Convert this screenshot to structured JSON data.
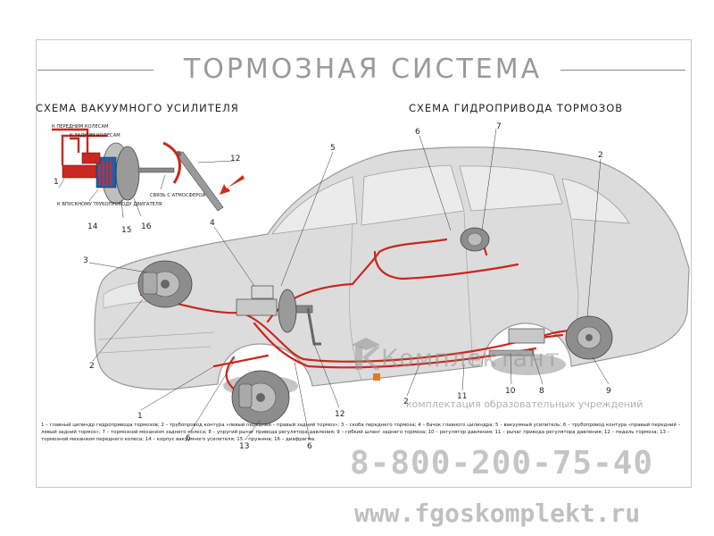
{
  "poster": {
    "title": "ТОРМОЗНАЯ СИСТЕМА",
    "subtitle_vacuum": "СХЕМА ВАКУУМНОГО УСИЛИТЕЛЯ",
    "subtitle_hydraulic": "СХЕМА ГИДРОПРИВОДА ТОРМОЗОВ"
  },
  "vacuum_labels": {
    "front_wheels": "К ПЕРЕДНИМ КОЛЕСАМ",
    "rear_wheels": "К ЗАДНИМ КОЛЕСАМ",
    "intake": "К ВПУСКНОМУ ТРУБОПРОВОДУ ДВИГАТЕЛЯ",
    "atmosphere": "СВЯЗЬ С АТМОСФЕРОЙ"
  },
  "callouts": {
    "n1_small": "1",
    "n14": "14",
    "n15": "15",
    "n16": "16",
    "n12_small": "12",
    "n5": "5",
    "n6_top": "6",
    "n7": "7",
    "n2_right": "2",
    "n3": "3",
    "n4": "4",
    "n2_left": "2",
    "n1": "1",
    "n6_left": "6",
    "n13": "13",
    "n6_bottom": "6",
    "n12": "12",
    "n2_mid": "2",
    "n11": "11",
    "n10": "10",
    "n8": "8",
    "n9": "9"
  },
  "legend": "1 – главный цилиндр гидропривода тормозов; 2 – трубопровод контура «левый передний – правый задний тормоз»; 3 – скоба переднего тормоза; 4 – бачок главного цилиндра; 5 – вакуумный усилитель; 6 – трубопровод контура «правый передний – левый задний тормоз»; 7 – тормозной механизм заднего колеса; 8 – упругий рычаг привода регулятора давления; 9 – гибкий шланг заднего тормоза; 10 – регулятор давления; 11 – рычаг привода регулятора давления; 12 – педаль тормоза; 13 – тормозной механизм переднего колеса; 14 – корпус вакуумного усилителя; 15 – пружина; 16 – диафрагма.",
  "watermark": {
    "brand": "Комплектант",
    "tagline": "комплектация образовательных учреждений",
    "phone": "8-800-200-75-40",
    "url": "www.fgoskomplekt.ru"
  },
  "colors": {
    "brake_line": "#c8281e",
    "car_body": "#dcdcdc",
    "car_outline": "#9a9a9a",
    "arrow": "#d42a1e"
  }
}
